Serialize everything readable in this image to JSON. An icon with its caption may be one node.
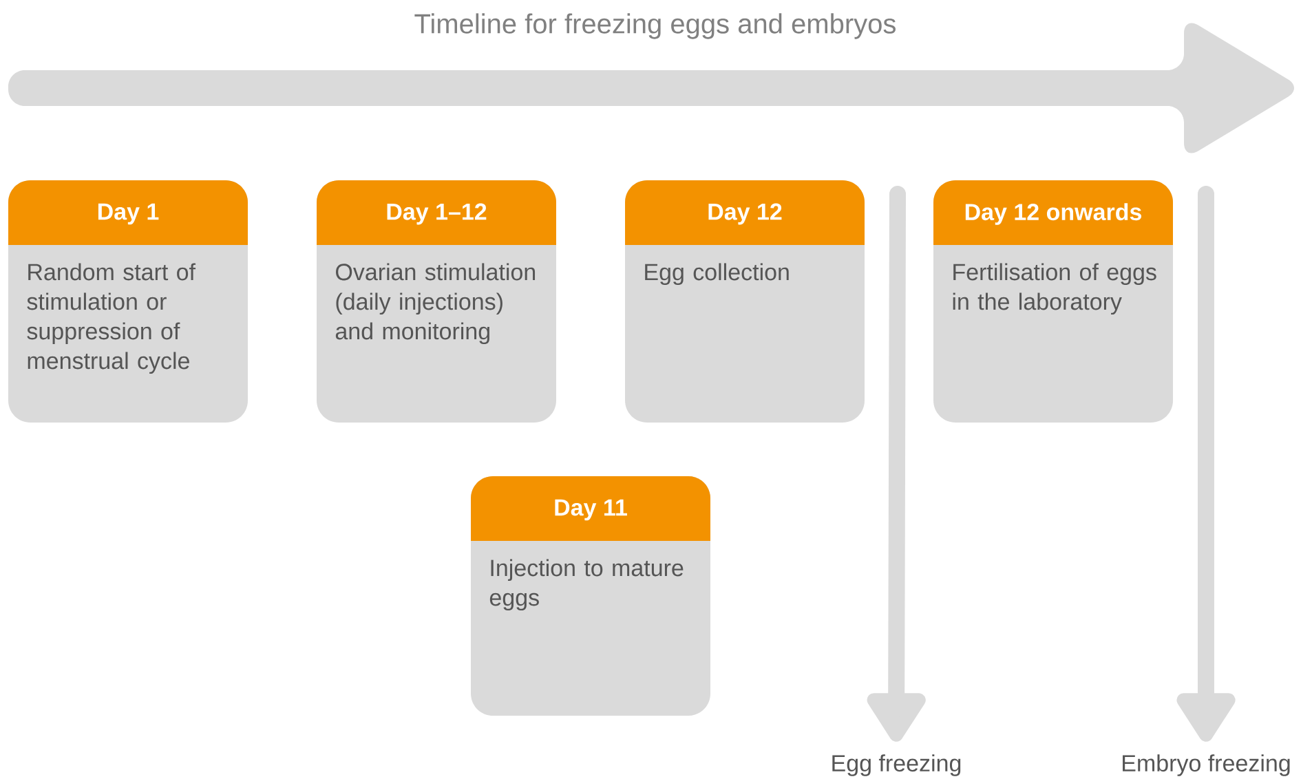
{
  "diagram": {
    "title": "Timeline for freezing eggs and embryos",
    "nodes": [
      {
        "text": [
          "Day 1",
          "Random start of stimulation or suppression of menstrual cycle"
        ]
      },
      {
        "text": [
          "Day 1–12",
          "Ovarian stimulation (daily injections) and monitoring"
        ]
      },
      {
        "text": [
          "Day 12",
          "Egg collection"
        ]
      },
      {
        "text": [
          "Day 12 onwards",
          "Fertilisation of eggs in the laboratory"
        ]
      },
      {
        "text": [
          "Day 11",
          "Injection to mature eggs"
        ]
      },
      {
        "text": [
          "Egg freezing"
        ]
      },
      {
        "text": [
          "Embryo freezing"
        ]
      }
    ],
    "edges": [
      {
        "from": null,
        "to": 5,
        "arrow": "to"
      },
      {
        "from": null,
        "to": 6,
        "arrow": "to"
      }
    ]
  }
}
